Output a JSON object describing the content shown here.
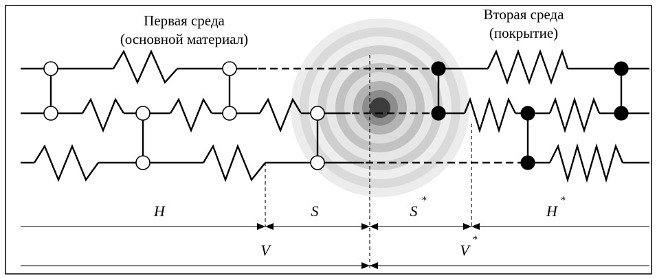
{
  "titles": {
    "first_line1": "Первая среда",
    "first_line2": "(основной материал)",
    "second_line1": "Вторая среда",
    "second_line2": "(покрытие)"
  },
  "labels": {
    "H": "H",
    "S": "S",
    "S_star": "S",
    "H_star": "H",
    "V": "V",
    "V_star": "V",
    "star": "*"
  },
  "colors": {
    "line": "#000000",
    "open_node": "#ffffff",
    "filled_node": "#000000",
    "wave_ring_dark": "#a8a8a8",
    "wave_ring_light": "#e4e4e4",
    "wave_core": "#3c3c3c",
    "wave_inner": "#8a8a8a"
  }
}
